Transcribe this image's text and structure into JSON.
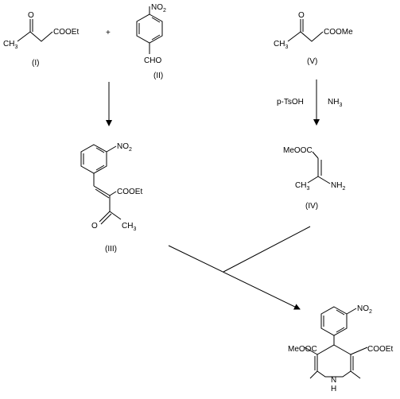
{
  "compounds": {
    "c1": {
      "label": "(I)",
      "ketone_o": "O",
      "methyl": "H",
      "methyl_sub": "3",
      "methyl_c": "C",
      "ester": "COOEt"
    },
    "c2": {
      "label": "(II)",
      "nitro": "NO",
      "nitro_sub": "2",
      "aldehyde": "CHO"
    },
    "c3": {
      "label": "(III)",
      "nitro": "NO",
      "nitro_sub": "2",
      "ester": "COOEt",
      "ketone_o": "O",
      "methyl": "CH",
      "methyl_sub": "3"
    },
    "c4": {
      "label": "(IV)",
      "ester": "MeOOC",
      "methyl": "H",
      "methyl_sub": "3",
      "methyl_c": "C",
      "amine": "NH",
      "amine_sub": "2"
    },
    "c5": {
      "label": "(V)",
      "ketone_o": "O",
      "methyl": "H",
      "methyl_sub": "3",
      "methyl_c": "C",
      "ester": "COOMe"
    },
    "c6": {
      "nitro": "NO",
      "nitro_sub": "2",
      "ester_left": "MeOOC",
      "ester_right": "COOEt",
      "nh_n": "N",
      "nh_h": "H"
    }
  },
  "operators": {
    "plus": "+"
  },
  "reagents": {
    "acid": "p-TsOH",
    "ammonia": "NH",
    "ammonia_sub": "3"
  }
}
